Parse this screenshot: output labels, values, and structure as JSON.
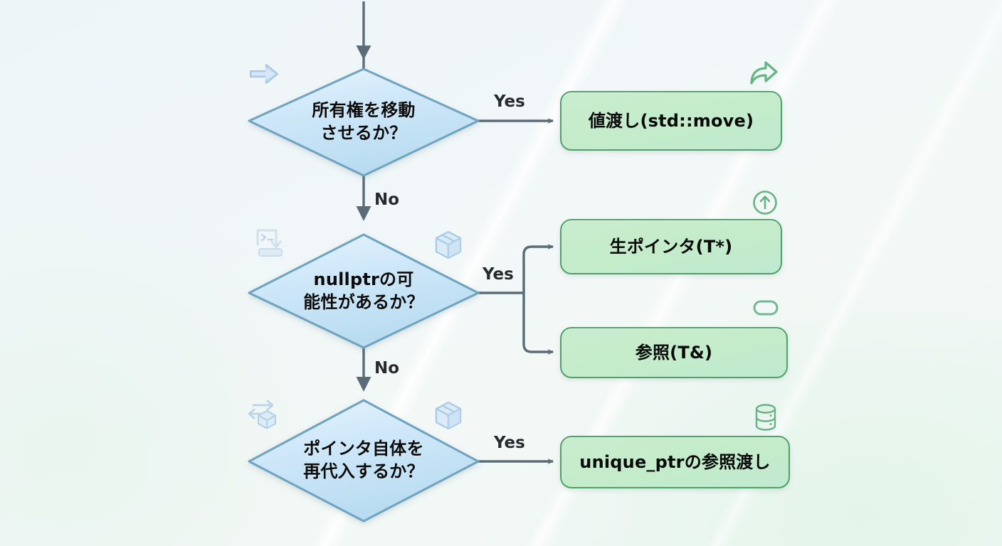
{
  "diagram": {
    "type": "flowchart",
    "title": "C++ pointer passing decision flowchart",
    "background_color": "#f0f6f8",
    "decision_fill": "#cfe8f7",
    "decision_border": "#6fa3bf",
    "result_fill": "#c7ecce",
    "result_border": "#4fa16b",
    "connector_color": "#5b6b78"
  },
  "nodes": {
    "decisions": [
      {
        "id": "d1",
        "label": "所有権を移動\nさせるか？",
        "yes_label": "Yes",
        "no_label": "No"
      },
      {
        "id": "d2",
        "label": "nullptrの可\n能性があるか？",
        "yes_label": "Yes",
        "no_label": "No"
      },
      {
        "id": "d3",
        "label": "ポインタ自体を\n再代入するか？",
        "yes_label": "Yes",
        "no_label": ""
      }
    ],
    "results": [
      {
        "id": "r1",
        "label": "値渡し(std::move)"
      },
      {
        "id": "r2",
        "label": "生ポインタ(T*)"
      },
      {
        "id": "r3",
        "label": "参照(T&)"
      },
      {
        "id": "r4",
        "label": "unique_ptrの参照渡し"
      }
    ]
  },
  "icons": [
    {
      "name": "right-arrow-icon",
      "color": "#b7d2ea"
    },
    {
      "name": "share-forward-arrow-icon",
      "color": "#64b484"
    },
    {
      "name": "terminal-download-icon",
      "color": "#cfdeed"
    },
    {
      "name": "package-box-icon",
      "color": "#c6dcee"
    },
    {
      "name": "circle-up-arrow-icon",
      "color": "#67b284"
    },
    {
      "name": "link-chain-icon",
      "color": "#74b892"
    },
    {
      "name": "transfer-box-icon",
      "color": "#c2d8ec"
    },
    {
      "name": "package-box-icon-2",
      "color": "#c6dcee"
    },
    {
      "name": "database-icon",
      "color": "#6ab189"
    }
  ]
}
